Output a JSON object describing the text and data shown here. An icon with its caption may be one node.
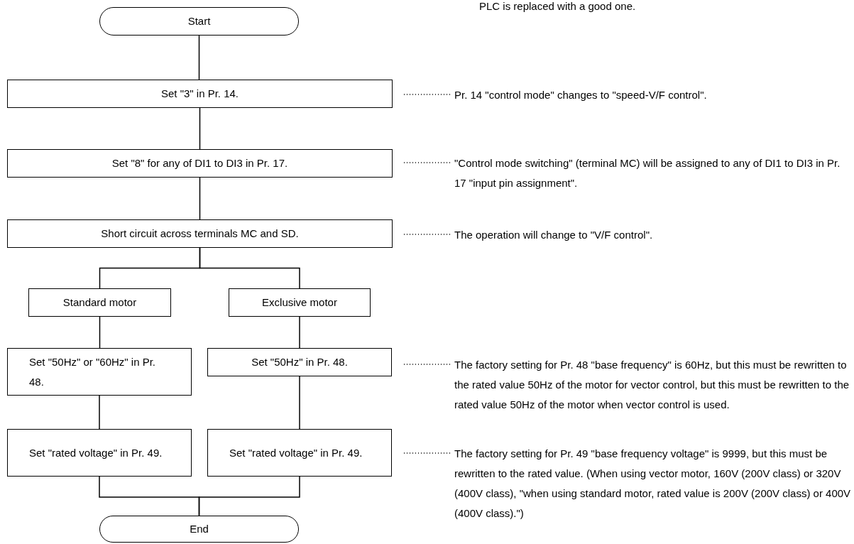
{
  "diagram": {
    "nodes": [
      {
        "text": [
          "Start"
        ]
      },
      {
        "text": [
          "Set \"3\" in Pr. 14."
        ]
      },
      {
        "text": [
          "Set \"8\" for any of DI1 to DI3 in Pr. 17."
        ]
      },
      {
        "text": [
          "Short circuit across terminals MC and SD."
        ]
      },
      {
        "text": [
          "Standard motor"
        ]
      },
      {
        "text": [
          "Exclusive motor"
        ]
      },
      {
        "text": [
          "Set \"50Hz\" or \"60Hz\" in Pr. 48."
        ]
      },
      {
        "text": [
          "Set \"50Hz\" in Pr. 48."
        ]
      },
      {
        "text": [
          "Set \"rated voltage\" in Pr. 49."
        ]
      },
      {
        "text": [
          "Set \"rated voltage\" in Pr. 49."
        ]
      },
      {
        "text": [
          "End"
        ]
      },
      {
        "text": [
          "Pr. 14 \"control mode\" changes to \"speed-V/F control\"."
        ]
      },
      {
        "text": [
          "\"Control mode switching\" (terminal MC) will be assigned to any of DI1 to DI3 in Pr. 17 \"input pin assignment\"."
        ]
      },
      {
        "text": [
          "The operation will change to \"V/F control\"."
        ]
      },
      {
        "text": [
          "The factory setting for Pr. 48 \"base frequency\" is 60Hz, but this must be rewritten to the rated value 50Hz of the motor for vector control, but this must be rewritten to the rated value 50Hz of the motor when vector control is used."
        ]
      },
      {
        "text": [
          "The factory setting for Pr. 49 \"base frequency voltage\" is 9999, but this must be rewritten to the rated value. (When using vector motor, 160V (200V class) or 320V (400V class), \"when using standard motor, rated value is 200V (200V class) or 400V (400V class).\")"
        ]
      }
    ],
    "edges": [
      {
        "from": 0,
        "to": 1,
        "arrow": "none"
      },
      {
        "from": 1,
        "to": 2,
        "arrow": "none"
      },
      {
        "from": 2,
        "to": 3,
        "arrow": "none"
      },
      {
        "from": 3,
        "to": 4,
        "arrow": "none"
      },
      {
        "from": 3,
        "to": 5,
        "arrow": "none"
      },
      {
        "from": 4,
        "to": 6,
        "arrow": "none"
      },
      {
        "from": 5,
        "to": 7,
        "arrow": "none"
      },
      {
        "from": 6,
        "to": 8,
        "arrow": "none"
      },
      {
        "from": 7,
        "to": 9,
        "arrow": "none"
      },
      {
        "from": 8,
        "to": 10,
        "arrow": "none"
      },
      {
        "from": 9,
        "to": 10,
        "arrow": "none"
      },
      {
        "from": 11,
        "to": 1,
        "arrow": "none",
        "style": "dashed"
      },
      {
        "from": 12,
        "to": 2,
        "arrow": "none",
        "style": "dashed"
      },
      {
        "from": 13,
        "to": 3,
        "arrow": "none",
        "style": "dashed"
      },
      {
        "from": 14,
        "to": 7,
        "arrow": "none",
        "style": "dashed"
      },
      {
        "from": 15,
        "to": 9,
        "arrow": "none",
        "style": "dashed"
      }
    ],
    "labels": [
      "PLC is replaced with a good one."
    ]
  }
}
